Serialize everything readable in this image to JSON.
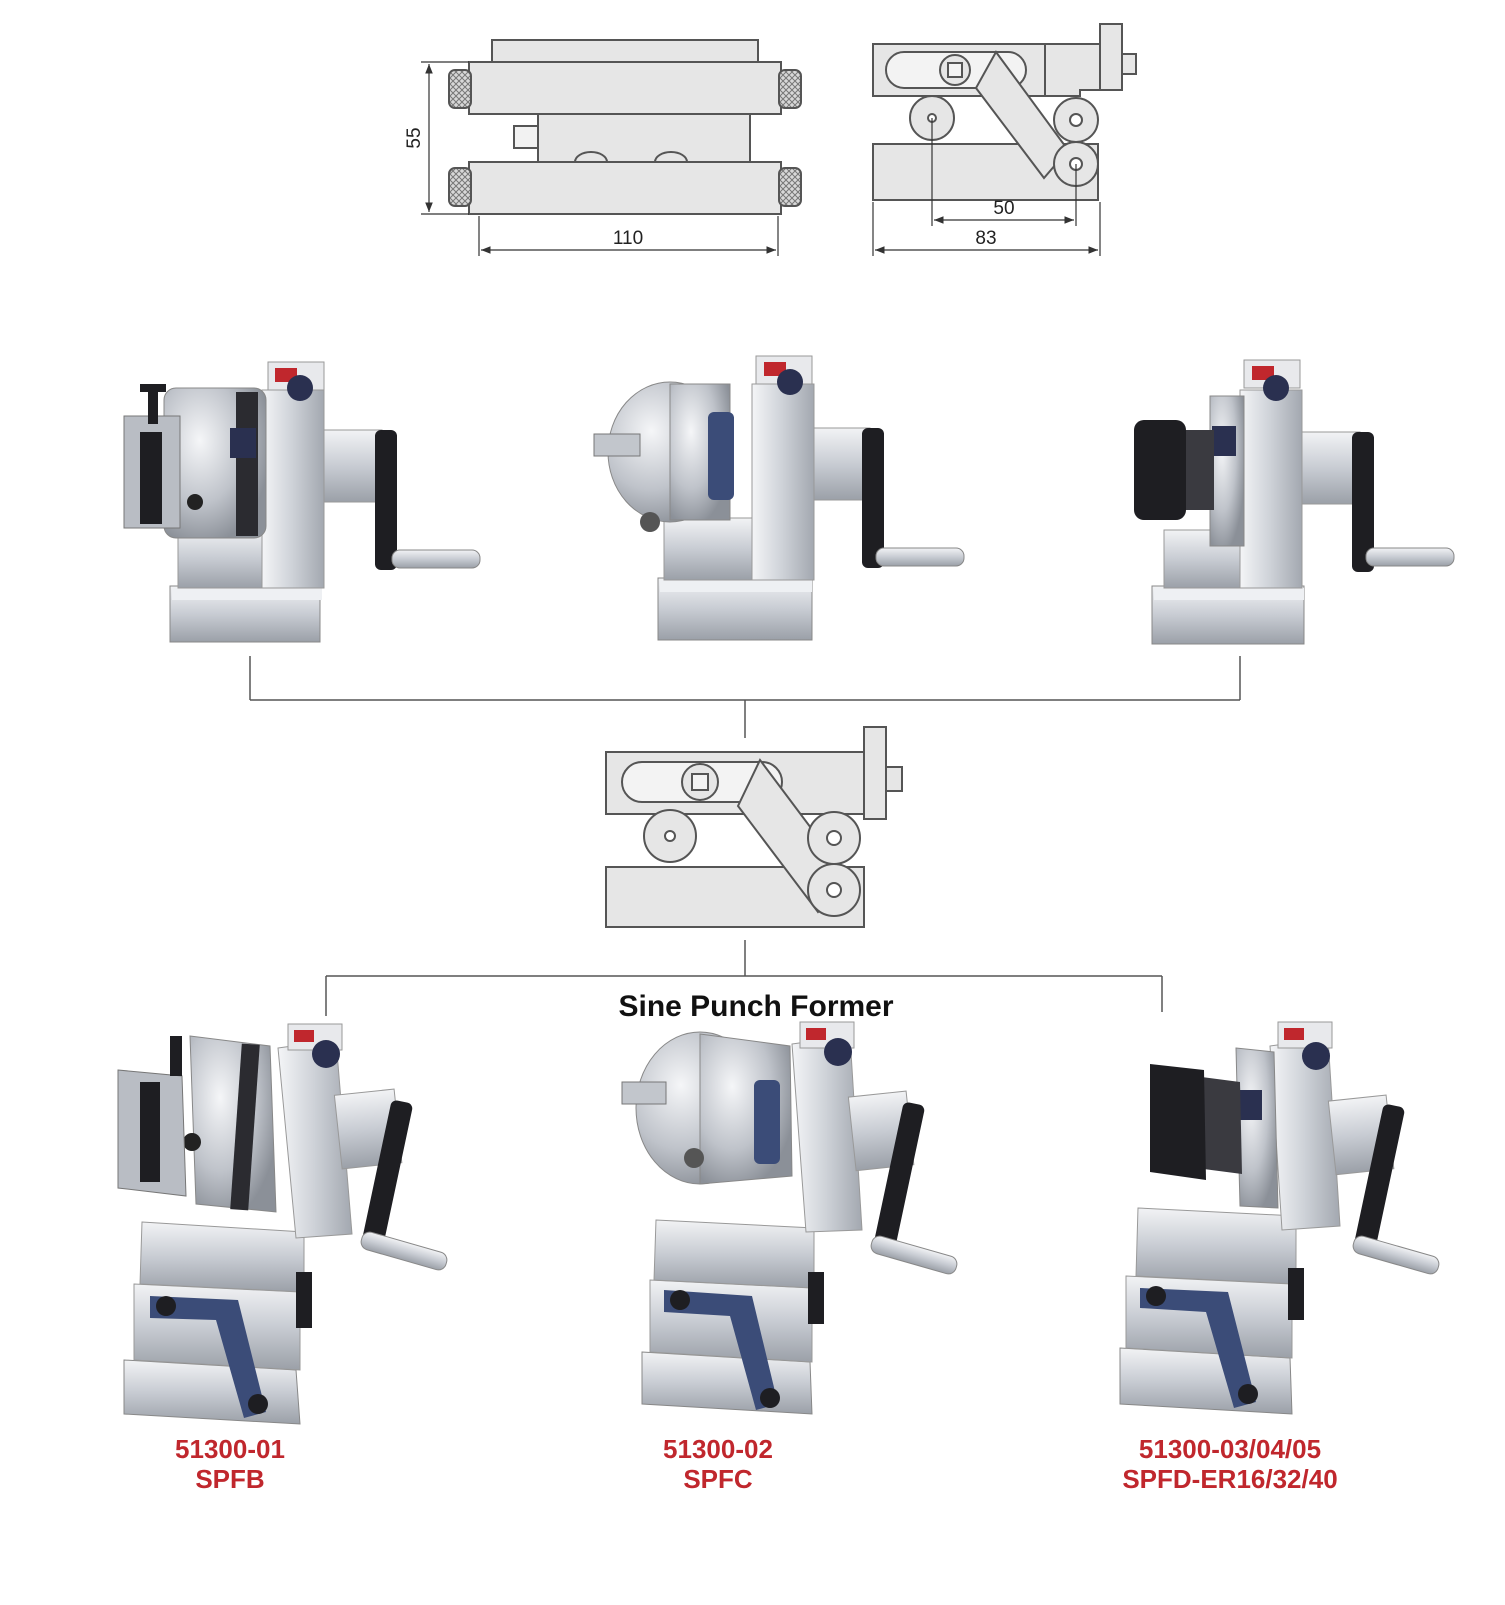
{
  "title": "Sine Punch Former",
  "dimensions": {
    "height": "55",
    "length": "110",
    "center_distance": "50",
    "width": "83"
  },
  "products": [
    {
      "part_no": "51300-01",
      "model": "SPFB"
    },
    {
      "part_no": "51300-02",
      "model": "SPFC"
    },
    {
      "part_no": "51300-03/04/05",
      "model": "SPFD-ER16/32/40"
    }
  ],
  "colors": {
    "label_red": "#c0272d",
    "drawing_fill": "#e6e6e6",
    "drawing_stroke": "#555555",
    "steel": "#c9ccd2",
    "black_part": "#1e1e22",
    "blue_arm": "#3b4c78"
  }
}
